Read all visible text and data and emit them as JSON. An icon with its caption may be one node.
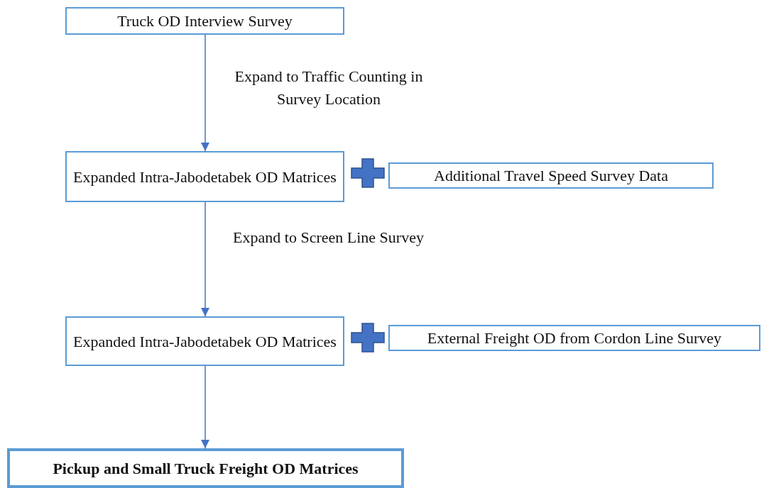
{
  "diagram": {
    "nodes": [
      {
        "text": [
          "Truck OD Interview Survey"
        ]
      },
      {
        "text": [
          "Expanded Intra-Jabodetabek OD Matrices"
        ]
      },
      {
        "text": [
          "Additional Travel Speed Survey Data"
        ]
      },
      {
        "text": [
          "Expanded Intra-Jabodetabek OD Matrices"
        ]
      },
      {
        "text": [
          "External Freight OD from Cordon Line Survey"
        ]
      },
      {
        "text": [
          "Pickup and Small Truck Freight OD Matrices"
        ]
      }
    ],
    "edges": [
      {
        "from": 0,
        "to": 1,
        "arrow": "to",
        "label": "Expand to Traffic Counting in Survey Location"
      },
      {
        "from": 1,
        "to": 3,
        "arrow": "to",
        "label": "Expand to Screen Line Survey"
      },
      {
        "from": 3,
        "to": 5,
        "arrow": "to"
      }
    ]
  }
}
